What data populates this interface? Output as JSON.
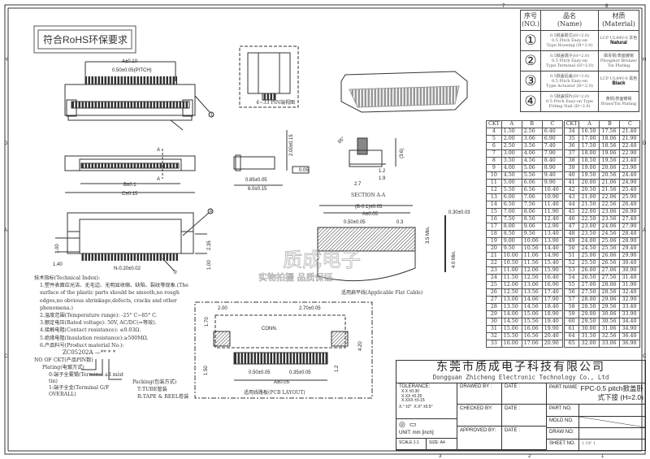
{
  "rohs_label": "符合RoHS环保要求",
  "frame": {
    "top_zones": [
      "7",
      "8"
    ],
    "bottom_zones": [
      "3",
      "2",
      "1"
    ],
    "right_zones": [
      "H",
      "D",
      "A",
      "C"
    ],
    "left_zones": [
      "H",
      "D",
      "A",
      "C"
    ]
  },
  "materials": {
    "headers": [
      [
        "序号",
        "(NO.)"
      ],
      [
        "品名",
        "(Name)"
      ],
      [
        "材质",
        "(Material)"
      ]
    ],
    "rows": [
      {
        "no": "①",
        "name": [
          "0.5掀盖胶芯(H=2.0)",
          "0.5 Pitch Easy-on",
          "Type Housing (H=2.0)"
        ],
        "material": [
          "LCP UL94V-0 本色",
          "Natural"
        ]
      },
      {
        "no": "②",
        "name": [
          "0.5掀盖端子(H=2.0)",
          "0.5 Pitch Easy-on",
          "Type Terminal (H=2.0)"
        ],
        "material": [
          "磷青铜/表面镀锡",
          "Phosphor Bronze/",
          "Tin Plating"
        ]
      },
      {
        "no": "③",
        "name": [
          "0.5掀盖后盖(H=2.0)",
          "0.5 Pitch Easy-on",
          "Type Actuator (H=2.0)"
        ],
        "material": [
          "LCP UL94V-0 黑色",
          "Black"
        ]
      },
      {
        "no": "④",
        "name": [
          "0.5掀盖焊片(H=2.0)",
          "0.5 Pitch Easy-on Type",
          "Fitting Nail (H=2.0)"
        ],
        "material": [
          "黄铜/表面镀锡",
          "Brass/Tin Plating"
        ]
      }
    ]
  },
  "ckt_table": {
    "headers": [
      "CKT",
      "A",
      "B",
      "C"
    ],
    "left": [
      [
        "4",
        "1.50",
        "2.56",
        "6.40"
      ],
      [
        "5",
        "2.00",
        "3.06",
        "6.90"
      ],
      [
        "6",
        "2.50",
        "3.56",
        "7.40"
      ],
      [
        "7",
        "3.00",
        "4.06",
        "7.90"
      ],
      [
        "8",
        "3.50",
        "4.56",
        "8.40"
      ],
      [
        "9",
        "4.00",
        "5.06",
        "8.90"
      ],
      [
        "10",
        "4.50",
        "5.56",
        "9.40"
      ],
      [
        "11",
        "5.00",
        "6.06",
        "9.90"
      ],
      [
        "12",
        "5.50",
        "6.56",
        "10.40"
      ],
      [
        "13",
        "6.00",
        "7.06",
        "10.90"
      ],
      [
        "14",
        "6.50",
        "7.56",
        "11.40"
      ],
      [
        "15",
        "7.00",
        "8.06",
        "11.90"
      ],
      [
        "16",
        "7.50",
        "8.56",
        "12.40"
      ],
      [
        "17",
        "8.00",
        "9.06",
        "12.90"
      ],
      [
        "18",
        "8.50",
        "9.56",
        "13.40"
      ],
      [
        "19",
        "9.00",
        "10.06",
        "13.90"
      ],
      [
        "20",
        "9.50",
        "10.56",
        "14.40"
      ],
      [
        "21",
        "10.00",
        "11.06",
        "14.90"
      ],
      [
        "22",
        "10.50",
        "11.56",
        "15.40"
      ],
      [
        "23",
        "11.00",
        "12.06",
        "15.90"
      ],
      [
        "24",
        "11.50",
        "12.56",
        "16.40"
      ],
      [
        "25",
        "12.00",
        "13.06",
        "16.90"
      ],
      [
        "26",
        "12.50",
        "13.56",
        "17.40"
      ],
      [
        "27",
        "13.00",
        "14.06",
        "17.90"
      ],
      [
        "28",
        "13.50",
        "14.56",
        "18.40"
      ],
      [
        "29",
        "14.00",
        "15.06",
        "18.90"
      ],
      [
        "30",
        "14.50",
        "15.56",
        "19.40"
      ],
      [
        "31",
        "15.00",
        "16.06",
        "19.90"
      ],
      [
        "32",
        "15.50",
        "16.56",
        "20.40"
      ],
      [
        "33",
        "16.00",
        "17.06",
        "20.90"
      ]
    ],
    "right": [
      [
        "34",
        "16.50",
        "17.56",
        "21.40"
      ],
      [
        "35",
        "17.00",
        "18.06",
        "21.90"
      ],
      [
        "36",
        "17.50",
        "18.56",
        "22.40"
      ],
      [
        "37",
        "18.00",
        "19.06",
        "22.90"
      ],
      [
        "38",
        "18.50",
        "19.56",
        "23.40"
      ],
      [
        "39",
        "19.00",
        "20.06",
        "23.90"
      ],
      [
        "40",
        "19.50",
        "20.56",
        "24.40"
      ],
      [
        "41",
        "20.00",
        "21.06",
        "24.90"
      ],
      [
        "42",
        "20.50",
        "21.56",
        "25.40"
      ],
      [
        "43",
        "21.00",
        "22.06",
        "25.90"
      ],
      [
        "44",
        "21.50",
        "22.56",
        "26.40"
      ],
      [
        "45",
        "22.00",
        "23.06",
        "26.90"
      ],
      [
        "46",
        "22.50",
        "23.56",
        "27.40"
      ],
      [
        "47",
        "23.00",
        "24.06",
        "27.90"
      ],
      [
        "48",
        "23.50",
        "24.56",
        "28.40"
      ],
      [
        "49",
        "24.00",
        "25.06",
        "28.90"
      ],
      [
        "50",
        "24.50",
        "25.56",
        "29.40"
      ],
      [
        "51",
        "25.00",
        "26.06",
        "29.90"
      ],
      [
        "52",
        "25.50",
        "26.56",
        "30.40"
      ],
      [
        "53",
        "26.00",
        "27.06",
        "30.90"
      ],
      [
        "54",
        "26.50",
        "27.56",
        "31.40"
      ],
      [
        "55",
        "27.00",
        "28.06",
        "31.90"
      ],
      [
        "56",
        "27.50",
        "28.56",
        "32.40"
      ],
      [
        "57",
        "28.00",
        "29.06",
        "32.90"
      ],
      [
        "58",
        "28.50",
        "29.56",
        "33.40"
      ],
      [
        "59",
        "29.00",
        "30.06",
        "33.90"
      ],
      [
        "60",
        "29.50",
        "30.56",
        "34.40"
      ],
      [
        "61",
        "30.00",
        "31.06",
        "34.90"
      ],
      [
        "64",
        "31.50",
        "32.56",
        "36.40"
      ],
      [
        "65",
        "32.00",
        "33.06",
        "36.90"
      ]
    ]
  },
  "dims": {
    "a_tol": "A±0.10",
    "pitch": "0.50±0.05(PITCH)",
    "b_tol": "B±0.1",
    "c_tol": "C±0.15",
    "section_mark": "A",
    "d100a": "1.00",
    "d140": "1.40",
    "n_width": "N-0.20±0.02",
    "d235": "2.35",
    "d100b": "1.00",
    "pin_note": "4~33 PIN端视图",
    "h200": "2.00±0.15",
    "flat": "0.05",
    "d085": "0.85±0.05",
    "d60": "6.0±0.15",
    "angle": "95°",
    "d36": "(3.6)",
    "d12": "1.2",
    "d19": "1.9",
    "d27": "2.7",
    "section_title": "SECTION A-A",
    "cable_b": "(B-0.1)±0.05",
    "cable_a": "A±0.05",
    "cable_pitch": "0.50±0.05",
    "cable_03": "0.3",
    "cable_35": "3.5 Min.",
    "cable_thk": "0.30±0.03",
    "cable_40": "4.0 Min.",
    "cable_title": "适用扁平线(Applicable Flat Cable)",
    "pcb_200": "2.00",
    "pcb_270": "2.70±0.05",
    "pcb_170": "1.70",
    "pcb_conn": "CONN.",
    "pcb_420": "4.20",
    "pcb_150": "1.50",
    "pcb_050": "0.50±0.05",
    "pcb_035": "0.35±0.05",
    "pcb_12": "1.2",
    "pcb_a": "A±0.05",
    "pcb_title": "适用线路板(PCB LAYOUT)",
    "callout_1": "①",
    "callout_2": "②",
    "callout_3": "③",
    "callout_4": "④"
  },
  "watermark": {
    "line1": "质成电子",
    "line2": "实物拍摄 品质保证"
  },
  "notes": {
    "title": "技术指标(Technical Index):",
    "items": [
      "1.塑件表面应光洁、无毛边、无明显收缩、缺陷、裂纹等现象.(The surface of the plastic parts should be smooth,no rough edges,no obvious shrinkage,defects, cracks and other phenomena.)",
      "2.温度范围(Temperature range): -25° C~85° C.",
      "3.额定电压(Rated voltage): 50V, AC/DC(=等效).",
      "4.接触电阻(Contact resistance): ≤0.03Ω.",
      "5.绝缘电阻(Insulation resistance):≥500MΩ.",
      "6.产品料号(Product material No.):"
    ],
    "part_code": "ZC05202A —** * *",
    "ckt_label": "NO OF CKT(产品PIN数)",
    "plating_label": "Plating(电镀方式)",
    "plating_0": "0:端子全雾锡(Terminal all mist tin)",
    "plating_1": "1:端子全金(Terminal G/F OVERALL)",
    "packing_label": "Packing(包装方式)",
    "packing_t": "T:TUBE管装",
    "packing_r": "R:TAPE & REEL卷装"
  },
  "title_block": {
    "company_cn": "东莞市质成电子科技有限公司",
    "company_en": "Dongguan Zhicheng Electronic Technology Co., Ltd",
    "tolerance_label": "TOLERANCE:",
    "tolerances": [
      "X.X    ±0.30",
      "X.XX   ±0.25",
      "X.XXX  ±0.15"
    ],
    "angle_tol": [
      "X.° ±2°",
      "X.X° ±0.5°"
    ],
    "unit": "UNIT: mm [inch]",
    "scale": "SCALE:1:1",
    "size": "SIZE: A4",
    "drawed_by": "DRAWED BY :",
    "checked_by": "CHECKED BY:",
    "approved_by": "APPROVED BY:",
    "date": "DATE :",
    "part_name_label": "PART NAME:",
    "part_name": "FPC-0.5 pitch掀盖卧式下接 (H=2.0)",
    "part_no_label": "PART NO.",
    "mold_no_label": "MOLD NO.",
    "draw_no_label": "DRAW NO:",
    "sheet_no_label": "SHEET NO.",
    "sheet_no": "1 OF 1"
  }
}
